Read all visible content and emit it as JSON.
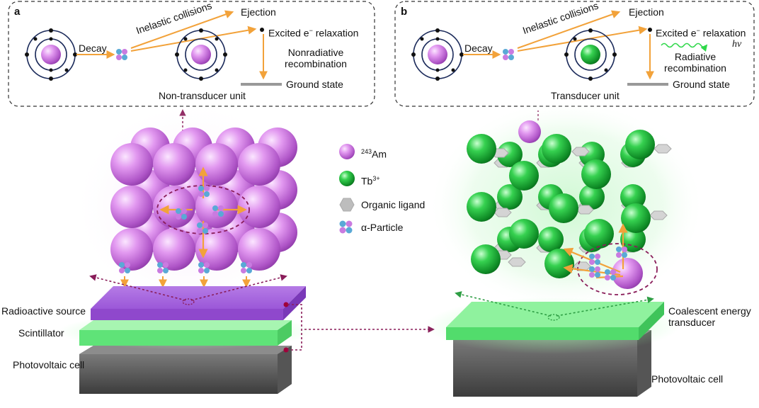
{
  "panel_a": {
    "letter": "a",
    "decay": "Decay",
    "inelastic": "Inelastic collisions",
    "ejection": "Ejection",
    "excited": "Excited e",
    "excited_sup": "−",
    "relaxation": "relaxation",
    "nonradiative_line1": "Nonradiative",
    "nonradiative_line2": "recombination",
    "ground": "Ground state",
    "unit": "Non-transducer unit"
  },
  "panel_b": {
    "letter": "b",
    "decay": "Decay",
    "inelastic": "Inelastic collisions",
    "ejection": "Ejection",
    "excited": "Excited e",
    "excited_sup": "−",
    "relaxation": "relaxation",
    "hv": "hν",
    "radiative_line1": "Radiative",
    "radiative_line2": "recombination",
    "ground": "Ground state",
    "unit": "Transducer unit"
  },
  "legend": {
    "am_sup": "243",
    "am": "Am",
    "tb": "Tb",
    "tb_sup": "3+",
    "ligand": "Organic ligand",
    "alpha": "α-Particle"
  },
  "layers_left": {
    "source": "Radioactive source",
    "scintillator": "Scintillator",
    "pv": "Photovoltaic cell"
  },
  "layers_right": {
    "transducer_line1": "Coalescent energy",
    "transducer_line2": "transducer",
    "pv": "Photovoltaic cell"
  },
  "colors": {
    "am": "#d27be6",
    "tb": "#22c23a",
    "arrow": "#f2a23a",
    "dash": "#8a1d5a",
    "green_dash": "#2e9e44",
    "source_layer": "#a65fdc",
    "scint_layer": "#5ee47a",
    "pv_layer": "#6e6e6e"
  }
}
